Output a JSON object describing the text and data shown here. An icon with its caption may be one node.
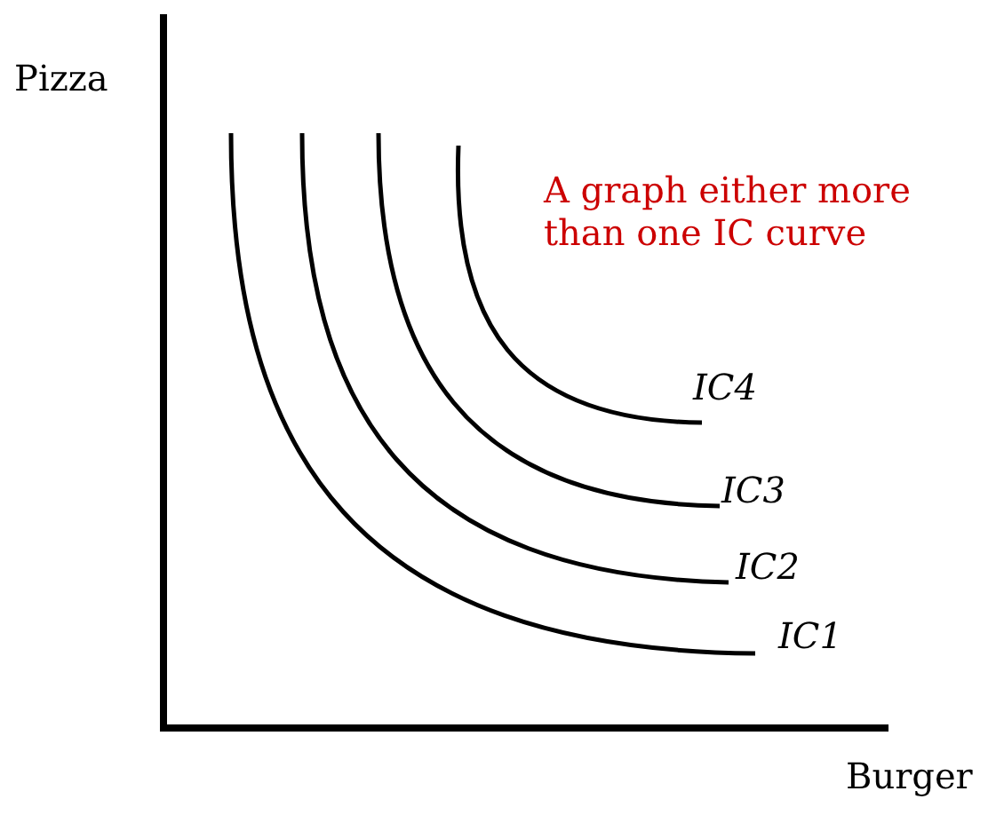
{
  "diagram": {
    "labels": [
      "Pizza",
      "A graph either more than one IC curve",
      "IC4",
      "IC3",
      "IC2",
      "IC1",
      "Burger"
    ]
  }
}
